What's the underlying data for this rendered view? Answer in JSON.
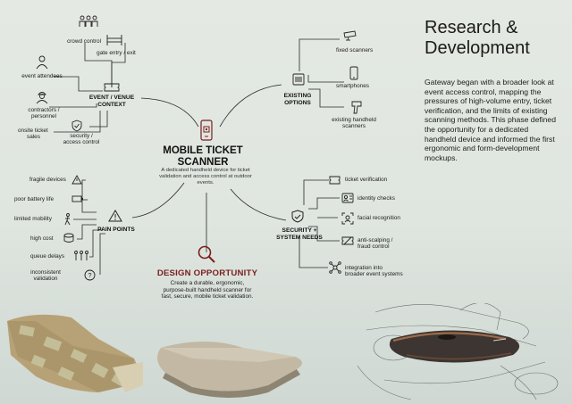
{
  "right_panel": {
    "title_line1": "Research &",
    "title_line2": "Development",
    "body": "Gateway began with a broader look at event access control, mapping the pressures of high-volume entry, ticket verification, and the limits of existing scanning methods. This phase defined the opportunity for a dedicated handheld device and informed the first ergonomic and form-development mockups."
  },
  "center": {
    "title_line1": "MOBILE TICKET",
    "title_line2": "SCANNER",
    "description": "A dedicated handheld device for ticket validation and access control at outdoor events."
  },
  "event_context": {
    "title_line1": "EVENT / VENUE",
    "title_line2": "CONTEXT",
    "items": {
      "crowd_control": "crowd control",
      "gate_entry": "gate entry / exit",
      "event_attendees": "event attendees",
      "contractors_1": "contractors /",
      "contractors_2": "personnel",
      "onsite_1": "onsite ticket",
      "onsite_2": "sales",
      "security_1": "security /",
      "security_2": "access control"
    }
  },
  "existing_options": {
    "title_line1": "EXISTING",
    "title_line2": "OPTIONS",
    "items": {
      "fixed": "fixed scanners",
      "smartphones": "smartphones",
      "handheld_1": "existing handheld",
      "handheld_2": "scanners"
    }
  },
  "pain_points": {
    "title": "PAIN POINTS",
    "items": {
      "fragile": "fragile devices",
      "battery": "poor battery life",
      "mobility": "limited mobility",
      "cost": "high cost",
      "queue": "queue delays",
      "inconsistent_1": "inconsistent",
      "inconsistent_2": "validation"
    }
  },
  "security_needs": {
    "title_line1": "SECURITY +",
    "title_line2": "SYSTEM NEEDS",
    "items": {
      "ticket": "ticket verification",
      "identity": "identity checks",
      "facial": "facial recognition",
      "scalping_1": "anti-scalping /",
      "scalping_2": "fraud control",
      "integration_1": "integration into",
      "integration_2": "broader event systems"
    }
  },
  "opportunity": {
    "title": "DESIGN OPPORTUNITY",
    "line1": "Create a durable, ergonomic,",
    "line2": "purpose-built handheld scanner for",
    "line3": "fast, secure, mobile ticket validation."
  },
  "colors": {
    "accent_red": "#7a1e1e",
    "line": "#2a2a2a",
    "background": "#e4e9e3"
  }
}
